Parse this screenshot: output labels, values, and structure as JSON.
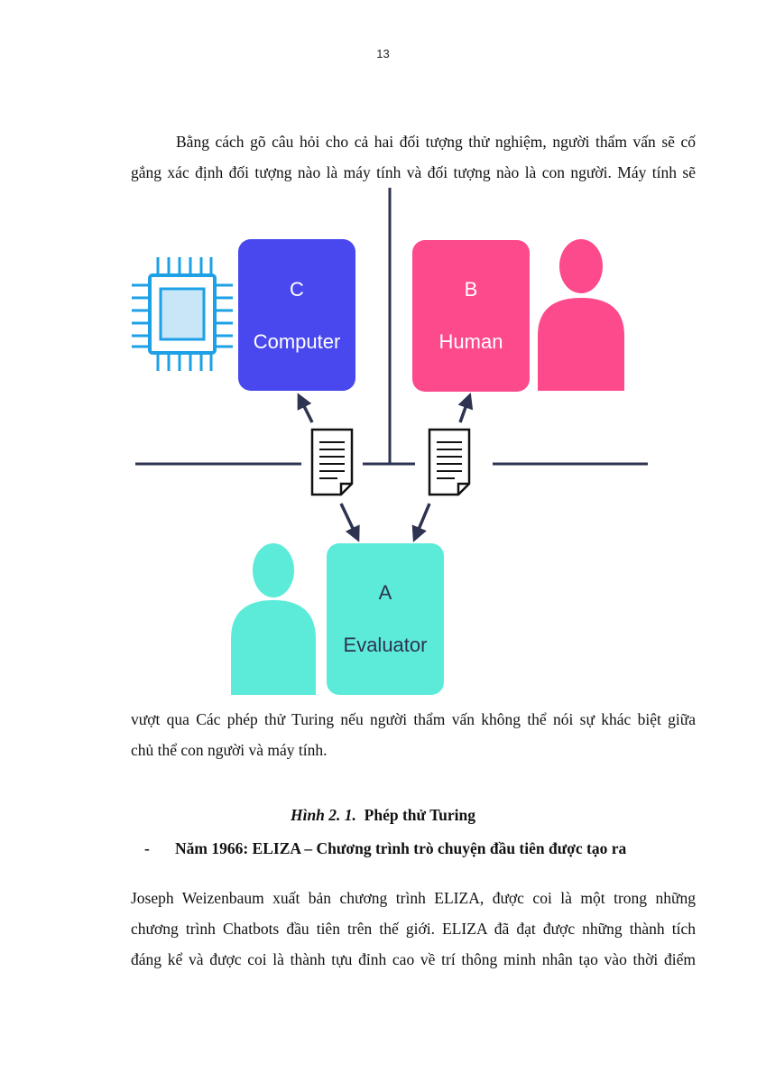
{
  "page_number": "13",
  "paragraph1": {
    "line1": "Bằng cách gõ câu hỏi cho cả hai đối tượng thử nghiệm, người thẩm vấn sẽ cố",
    "line2": "gắng xác định đối tượng nào là máy tính và đối tượng nào là con người. Máy tính sẽ"
  },
  "figure": {
    "computer_box": {
      "letter": "C",
      "label": "Computer",
      "color": "#4848ee"
    },
    "human_box": {
      "letter": "B",
      "label": "Human",
      "color": "#fc4a8c"
    },
    "evaluator_box": {
      "letter": "A",
      "label": "Evaluator",
      "color": "#5cebd9"
    },
    "chip_color": "#1ea0e6",
    "line_color": "#2d3350",
    "icons": [
      "cpu-chip-icon",
      "person-icon",
      "document-icon",
      "arrow-icon"
    ]
  },
  "paragraph2": {
    "line1": "vượt qua Các phép thử Turing nếu người thẩm vấn không thể nói sự khác biệt giữa",
    "line2": "chủ thể con người và máy tính."
  },
  "caption": {
    "prefix": "Hình 2. 1.",
    "title": "Phép thử Turing"
  },
  "bullet": {
    "dash": "-",
    "text": "Năm 1966: ELIZA – Chương trình trò chuyện đầu tiên được tạo ra"
  },
  "paragraph3": {
    "line1": "Joseph Weizenbaum xuất bản chương trình ELIZA, được coi là một trong những",
    "line2": "chương trình Chatbots đầu tiên trên thế giới. ELIZA đã đạt được những thành tích",
    "line3": "đáng kể và được coi là thành tựu đỉnh cao về trí thông minh nhân tạo vào thời điểm"
  }
}
